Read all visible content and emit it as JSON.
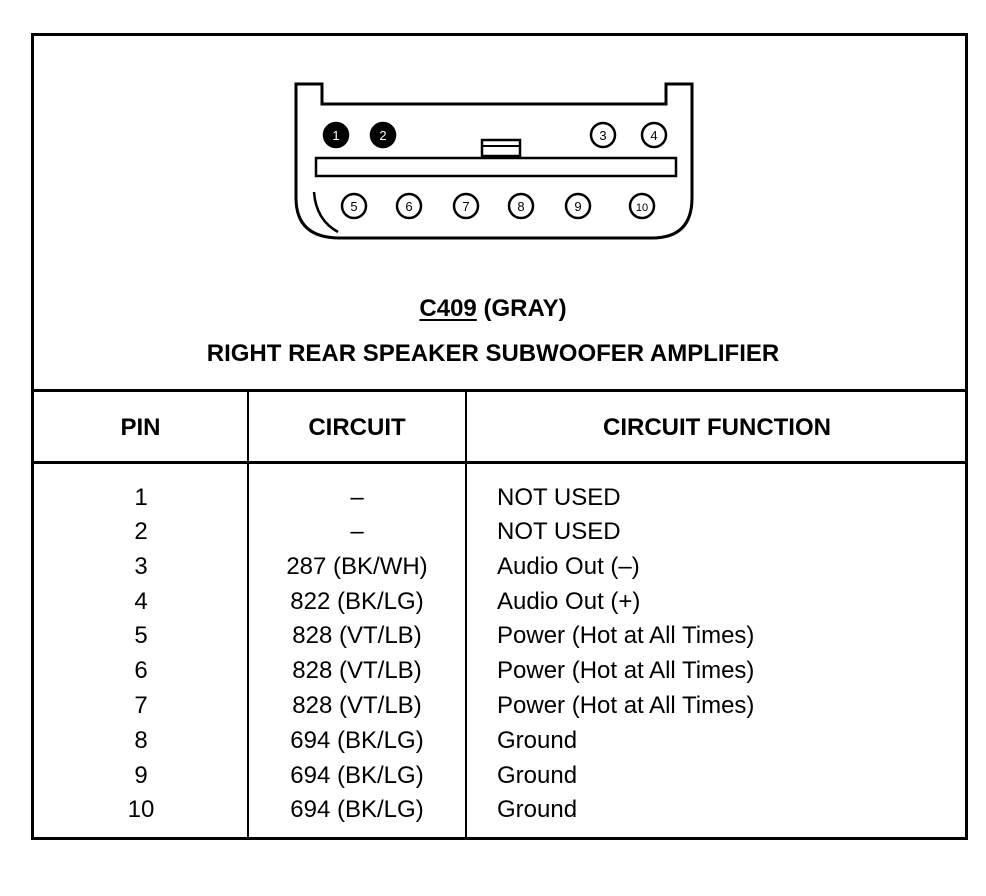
{
  "connector": {
    "id": "C409",
    "color": "(GRAY)",
    "description": "RIGHT REAR SPEAKER SUBWOOFER AMPLIFIER",
    "filled_pins": [
      "1",
      "2"
    ],
    "top_pins": [
      "1",
      "2",
      "3",
      "4"
    ],
    "bottom_pins": [
      "5",
      "6",
      "7",
      "8",
      "9",
      "10"
    ]
  },
  "table": {
    "headers": {
      "pin": "PIN",
      "circuit": "CIRCUIT",
      "function": "CIRCUIT FUNCTION"
    },
    "rows": [
      {
        "pin": "1",
        "circuit": "–",
        "function": "NOT USED"
      },
      {
        "pin": "2",
        "circuit": "–",
        "function": "NOT USED"
      },
      {
        "pin": "3",
        "circuit": "287 (BK/WH)",
        "function": "Audio Out (–)"
      },
      {
        "pin": "4",
        "circuit": "822 (BK/LG)",
        "function": "Audio Out (+)"
      },
      {
        "pin": "5",
        "circuit": "828 (VT/LB)",
        "function": "Power (Hot at All Times)"
      },
      {
        "pin": "6",
        "circuit": "828 (VT/LB)",
        "function": "Power (Hot at All Times)"
      },
      {
        "pin": "7",
        "circuit": "828 (VT/LB)",
        "function": "Power (Hot at All Times)"
      },
      {
        "pin": "8",
        "circuit": "694 (BK/LG)",
        "function": "Ground"
      },
      {
        "pin": "9",
        "circuit": "694 (BK/LG)",
        "function": "Ground"
      },
      {
        "pin": "10",
        "circuit": "694 (BK/LG)",
        "function": "Ground"
      }
    ]
  }
}
